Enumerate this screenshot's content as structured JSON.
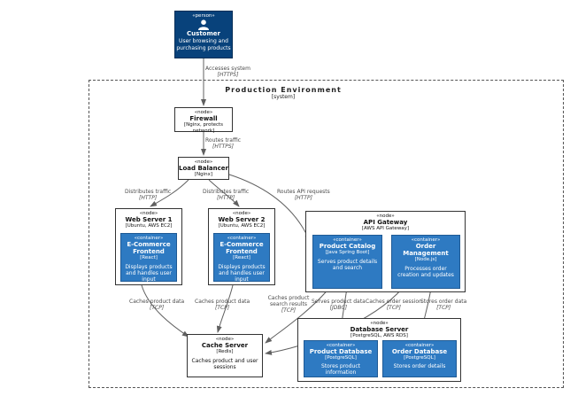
{
  "person": {
    "stereotype": "«person»",
    "name": "Customer",
    "description": "User browsing and purchasing products"
  },
  "boundary": {
    "title": "Production Environment",
    "subtitle": "[system]"
  },
  "nodes": {
    "firewall": {
      "stereotype": "«node»",
      "name": "Firewall",
      "tech": "[Nginx, protects network]"
    },
    "load_balancer": {
      "stereotype": "«node»",
      "name": "Load Balancer",
      "tech": "[Nginx]"
    },
    "web_server_1": {
      "stereotype": "«node»",
      "name": "Web Server 1",
      "tech": "[Ubuntu, AWS EC2]"
    },
    "web_server_2": {
      "stereotype": "«node»",
      "name": "Web Server 2",
      "tech": "[Ubuntu, AWS EC2]"
    },
    "api_gateway": {
      "stereotype": "«node»",
      "name": "API Gateway",
      "tech": "[AWS API Gateway]"
    },
    "cache_server": {
      "stereotype": "«node»",
      "name": "Cache Server",
      "tech": "[Redis]",
      "description": "Caches product and user sessions"
    },
    "database_server": {
      "stereotype": "«node»",
      "name": "Database Server",
      "tech": "[PostgreSQL, AWS RDS]"
    }
  },
  "containers": {
    "frontend_1": {
      "stereotype": "«container»",
      "name": "E-Commerce Frontend",
      "tech": "[React]",
      "description": "Displays products and handles user input"
    },
    "frontend_2": {
      "stereotype": "«container»",
      "name": "E-Commerce Frontend",
      "tech": "[React]",
      "description": "Displays products and handles user input"
    },
    "product_catalog": {
      "stereotype": "«container»",
      "name": "Product Catalog",
      "tech": "[Java Spring Boot]",
      "description": "Serves product details and search"
    },
    "order_management": {
      "stereotype": "«container»",
      "name": "Order Management",
      "tech": "[Node.js]",
      "description": "Processes order creation and updates"
    },
    "product_database": {
      "stereotype": "«container»",
      "name": "Product Database",
      "tech": "[PostgreSQL]",
      "description": "Stores product information"
    },
    "order_database": {
      "stereotype": "«container»",
      "name": "Order Database",
      "tech": "[PostgreSQL]",
      "description": "Stores order details"
    }
  },
  "edges": [
    {
      "label": "Accesses system",
      "protocol": "[HTTPS]"
    },
    {
      "label": "Routes traffic",
      "protocol": "[HTTPS]"
    },
    {
      "label": "Distributes traffic",
      "protocol": "[HTTP]"
    },
    {
      "label": "Distributes traffic",
      "protocol": "[HTTP]"
    },
    {
      "label": "Routes API requests",
      "protocol": "[HTTP]"
    },
    {
      "label": "Caches product data",
      "protocol": "[TCP]"
    },
    {
      "label": "Caches product data",
      "protocol": "[TCP]"
    },
    {
      "label": "Caches product search results",
      "protocol": "[TCP]"
    },
    {
      "label": "Serves product data",
      "protocol": "[JDBC]"
    },
    {
      "label": "Caches order session",
      "protocol": "[TCP]"
    },
    {
      "label": "Stores order data",
      "protocol": "[TCP]"
    }
  ],
  "colors": {
    "person_bg": "#08427b",
    "container_bg": "#2e7ac2",
    "container_border": "#1f5a95",
    "node_border": "#333333",
    "edge": "#606060",
    "label": "#4a4a4a",
    "boundary": "#555555"
  }
}
